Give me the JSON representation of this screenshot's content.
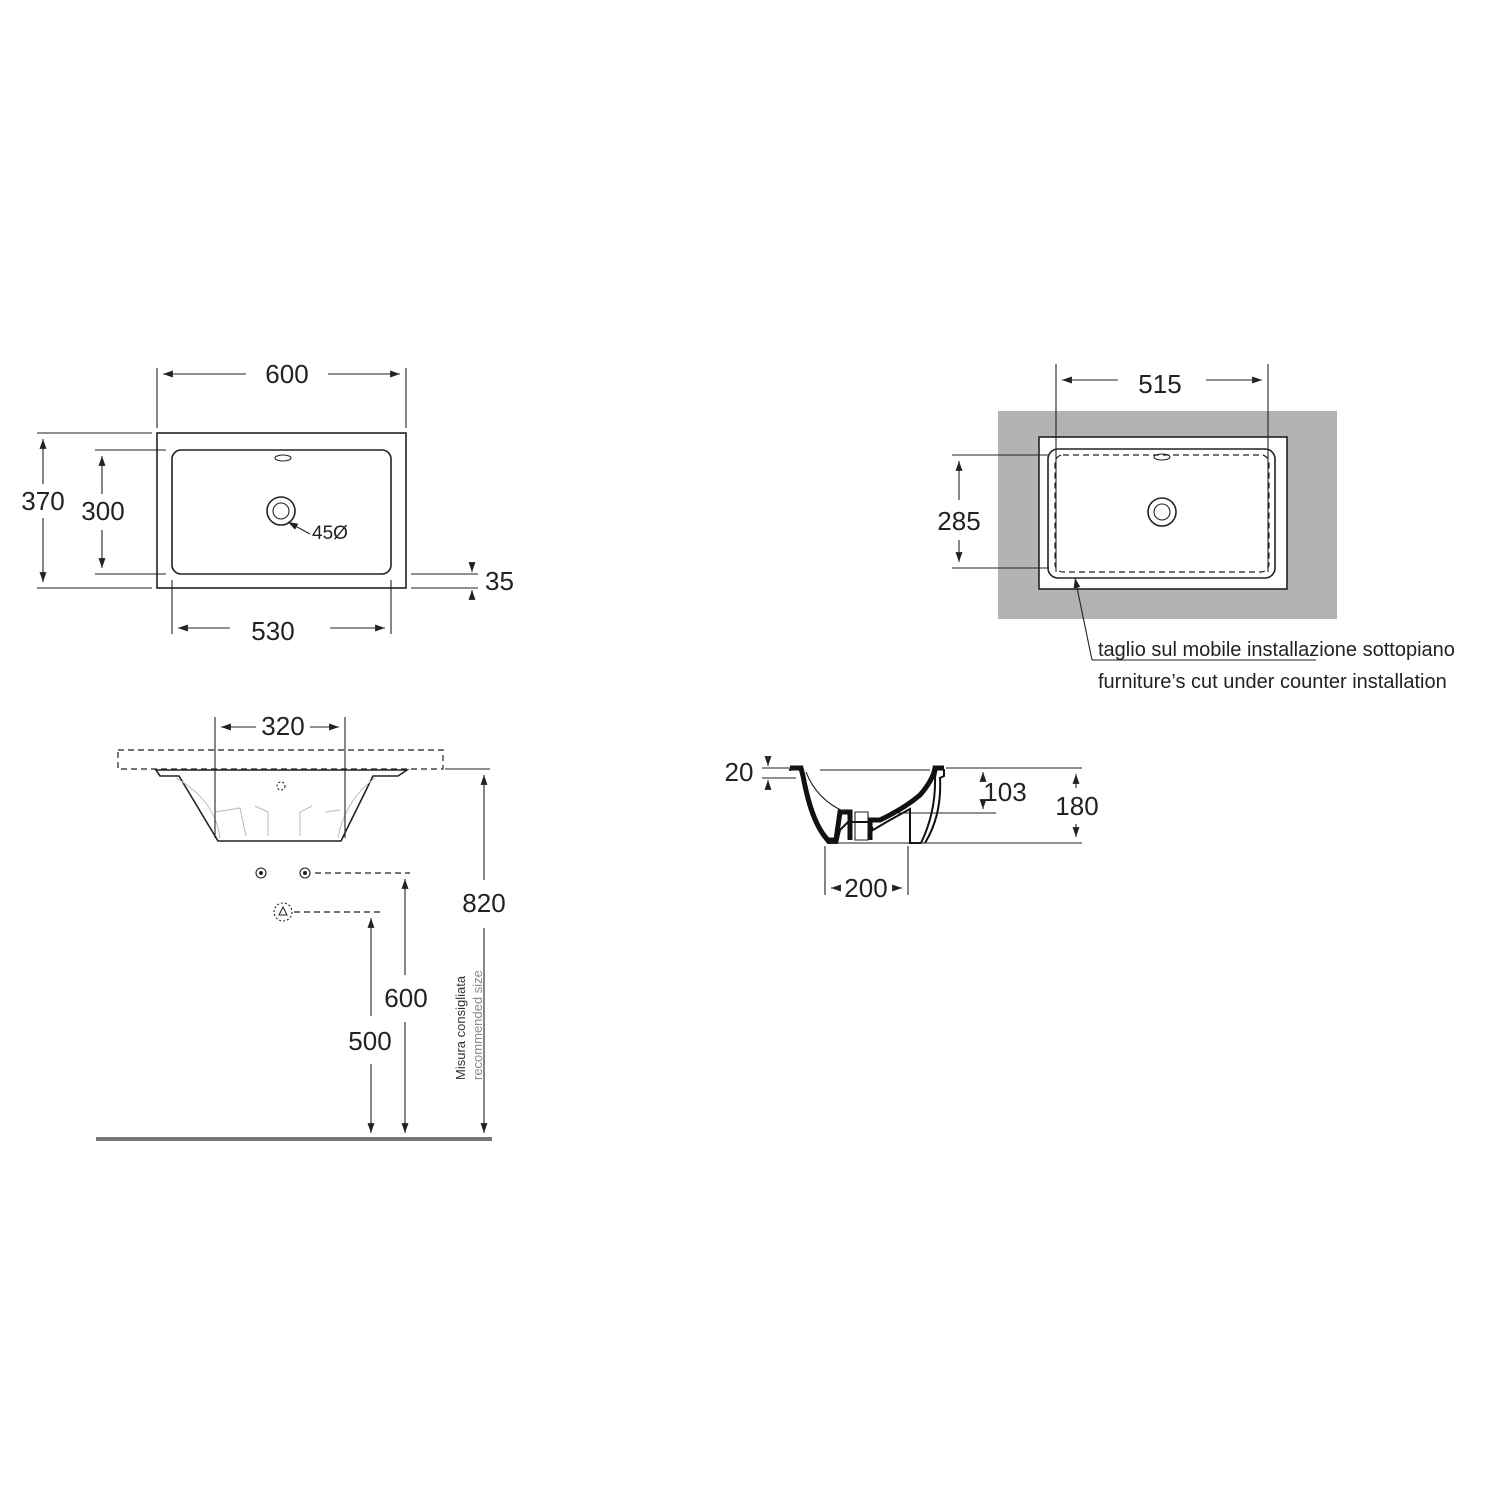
{
  "top_view": {
    "width_overall": "600",
    "depth_overall": "370",
    "basin_depth": "300",
    "rim": "35",
    "basin_width": "530",
    "drain": "45Ø"
  },
  "cut_view": {
    "cut_width": "515",
    "cut_depth": "285",
    "note_it": "taglio sul mobile installazione sottopiano",
    "note_en": "furniture’s cut under counter installation"
  },
  "front_view": {
    "tap_spacing": "320",
    "height_counter": "820",
    "height_supply": "600",
    "height_waste": "500",
    "recommended_it": "Misura consigliata",
    "recommended_en": "recommended size"
  },
  "section_view": {
    "rim_thickness": "20",
    "bowl_depth": "103",
    "overall_height": "180",
    "base_width": "200"
  }
}
